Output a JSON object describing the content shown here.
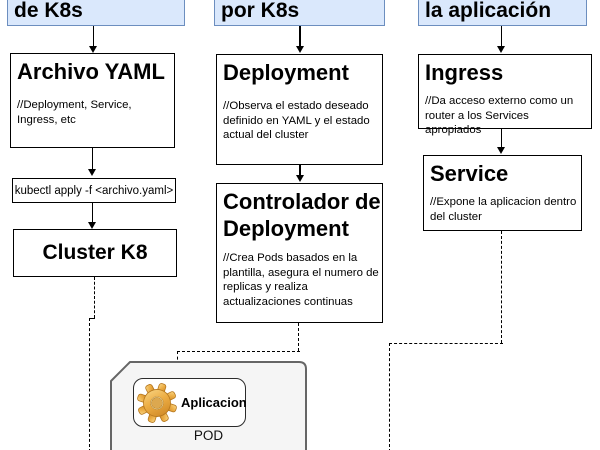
{
  "headers": {
    "left": "de K8s",
    "middle": "por K8s",
    "right": "la aplicación"
  },
  "left_column": {
    "archivo_yaml": {
      "title": "Archivo YAML",
      "comment": "//Deployment, Service, Ingress, etc"
    },
    "kubectl_command": "kubectl apply -f <archivo.yaml>",
    "cluster": "Cluster K8"
  },
  "middle_column": {
    "deployment": {
      "title": "Deployment",
      "comment": "//Observa el estado deseado definido en YAML y el estado actual del cluster"
    },
    "controlador": {
      "title": "Controlador de Deployment",
      "comment": "//Crea Pods basados en la plantilla, asegura el numero de replicas y realiza actualizaciones continuas"
    }
  },
  "right_column": {
    "ingress": {
      "title": "Ingress",
      "comment": "//Da acceso externo como un router a los Services apropiados"
    },
    "service": {
      "title": "Service",
      "comment": "//Expone la aplicacion dentro del cluster"
    }
  },
  "pod": {
    "label": "POD",
    "app_label": "Aplicacion",
    "icon": "gear-icon"
  },
  "colors": {
    "header_fill": "#dae8fc",
    "header_border": "#6c8ebf",
    "box_border": "#000000",
    "pod_fill": "#f5f5f5",
    "pod_border": "#666666",
    "gear": "#e8a33d"
  }
}
